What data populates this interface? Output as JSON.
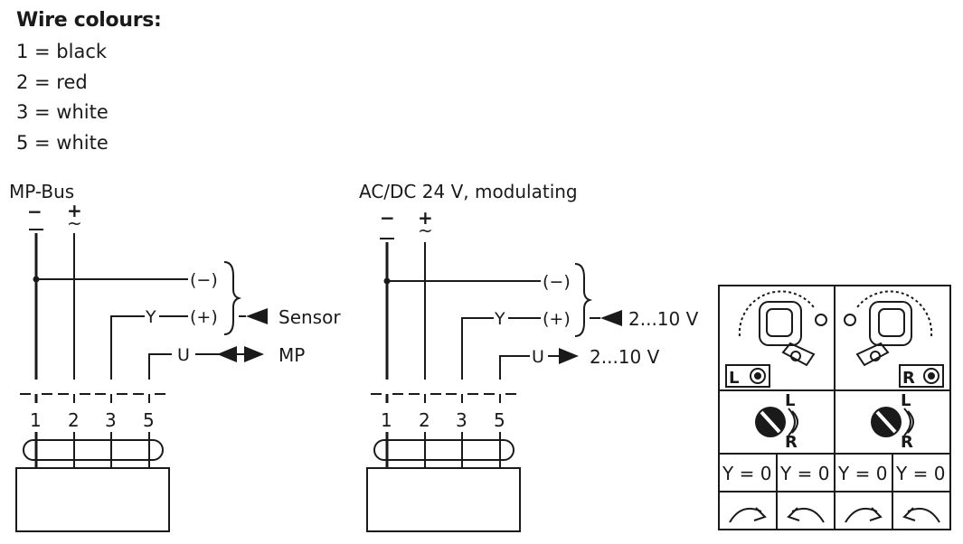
{
  "legend": {
    "title": "Wire colours:",
    "items": [
      "1 = black",
      "2 = red",
      "3 = white",
      "5 = white"
    ]
  },
  "diagram_left": {
    "title": "MP-Bus",
    "minus": "−",
    "plus": "+",
    "tilde": "~",
    "neg_label": "(−)",
    "pos_label": "(+)",
    "y_label": "Y",
    "u_label": "U",
    "sensor_label": "Sensor",
    "mp_label": "MP",
    "wires": [
      "1",
      "2",
      "3",
      "5"
    ]
  },
  "diagram_right": {
    "title": "AC/DC 24 V, modulating",
    "minus": "−",
    "plus": "+",
    "tilde": "~",
    "neg_label": "(−)",
    "pos_label": "(+)",
    "y_label": "Y",
    "u_label": "U",
    "input_label": "2...10 V",
    "output_label": "2...10 V",
    "wires": [
      "1",
      "2",
      "3",
      "5"
    ]
  },
  "direction_table": {
    "left_badge": "L",
    "right_badge": "R",
    "switch_L": "L",
    "switch_R": "R",
    "y_labels": [
      "Y = 0",
      "Y = 0",
      "Y = 0",
      "Y = 0"
    ]
  }
}
